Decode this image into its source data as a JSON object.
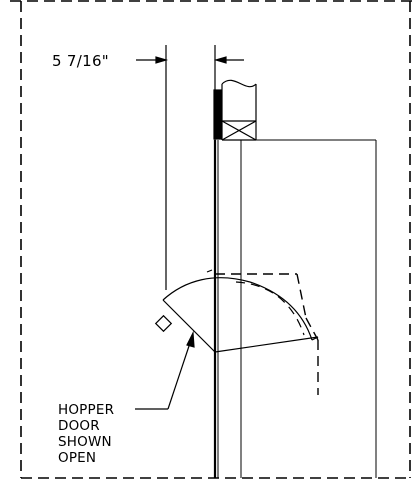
{
  "dimension": {
    "text": "5 7/16\""
  },
  "callout": {
    "lines": [
      "HOPPER",
      "DOOR",
      "SHOWN",
      "OPEN"
    ]
  },
  "colors": {
    "line": "#000000",
    "background": "#ffffff"
  }
}
